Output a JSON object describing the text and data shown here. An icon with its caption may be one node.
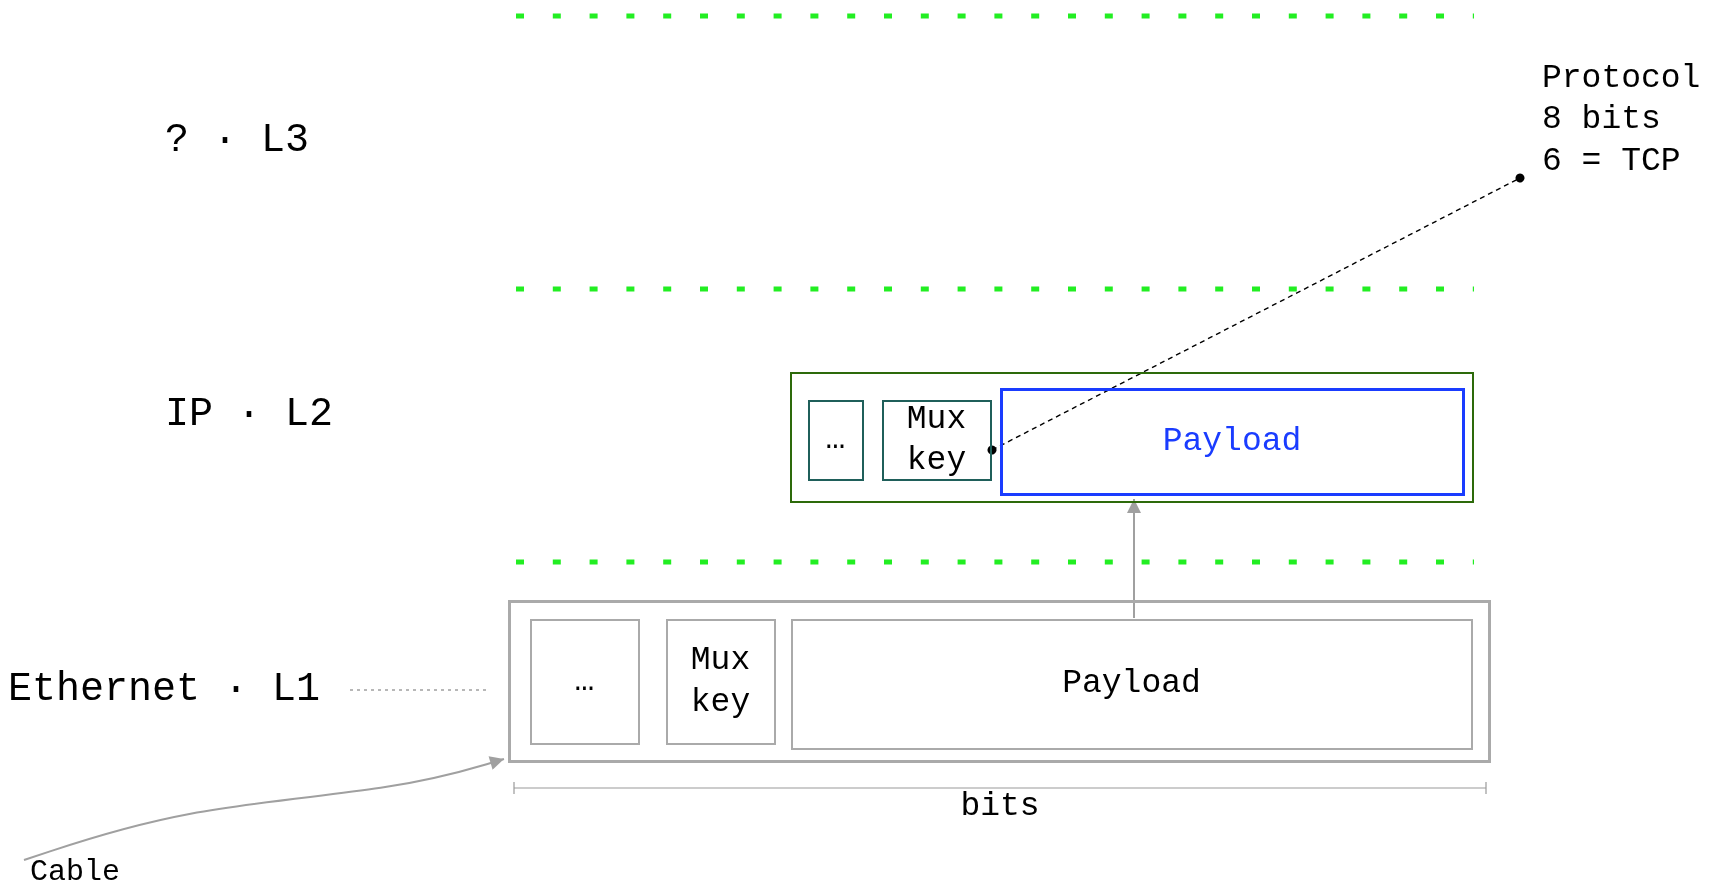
{
  "diagram": {
    "nodes": [
      {
        "text": [],
        "shape": "box"
      },
      {
        "text": [
          "…"
        ],
        "in": 0
      },
      {
        "text": [
          "Mux key"
        ],
        "in": 0
      },
      {
        "text": [
          "Payload"
        ],
        "in": 0
      },
      {
        "text": [],
        "shape": "box"
      },
      {
        "text": [
          "…"
        ],
        "in": 4
      },
      {
        "text": [
          "Mux key"
        ],
        "in": 4
      },
      {
        "text": [
          "Payload"
        ],
        "in": 4
      },
      {
        "text": [
          "Ethernet · L1"
        ]
      },
      {
        "text": [
          "Protocol",
          "8 bits",
          "6 = TCP"
        ]
      },
      {
        "text": [
          "Cable"
        ]
      }
    ],
    "edges": [
      {
        "from": 7,
        "to": 3,
        "arrow": "to"
      },
      {
        "from": 2,
        "to": 9,
        "arrow": "other",
        "style": "dashed",
        "color": "#000000"
      },
      {
        "from": 8,
        "to": 4,
        "arrow": "none",
        "style": "dashed"
      },
      {
        "from": 10,
        "to": 4,
        "arrow": "to"
      }
    ],
    "labels": [
      "? · L3",
      "IP · L2",
      "bits"
    ]
  }
}
